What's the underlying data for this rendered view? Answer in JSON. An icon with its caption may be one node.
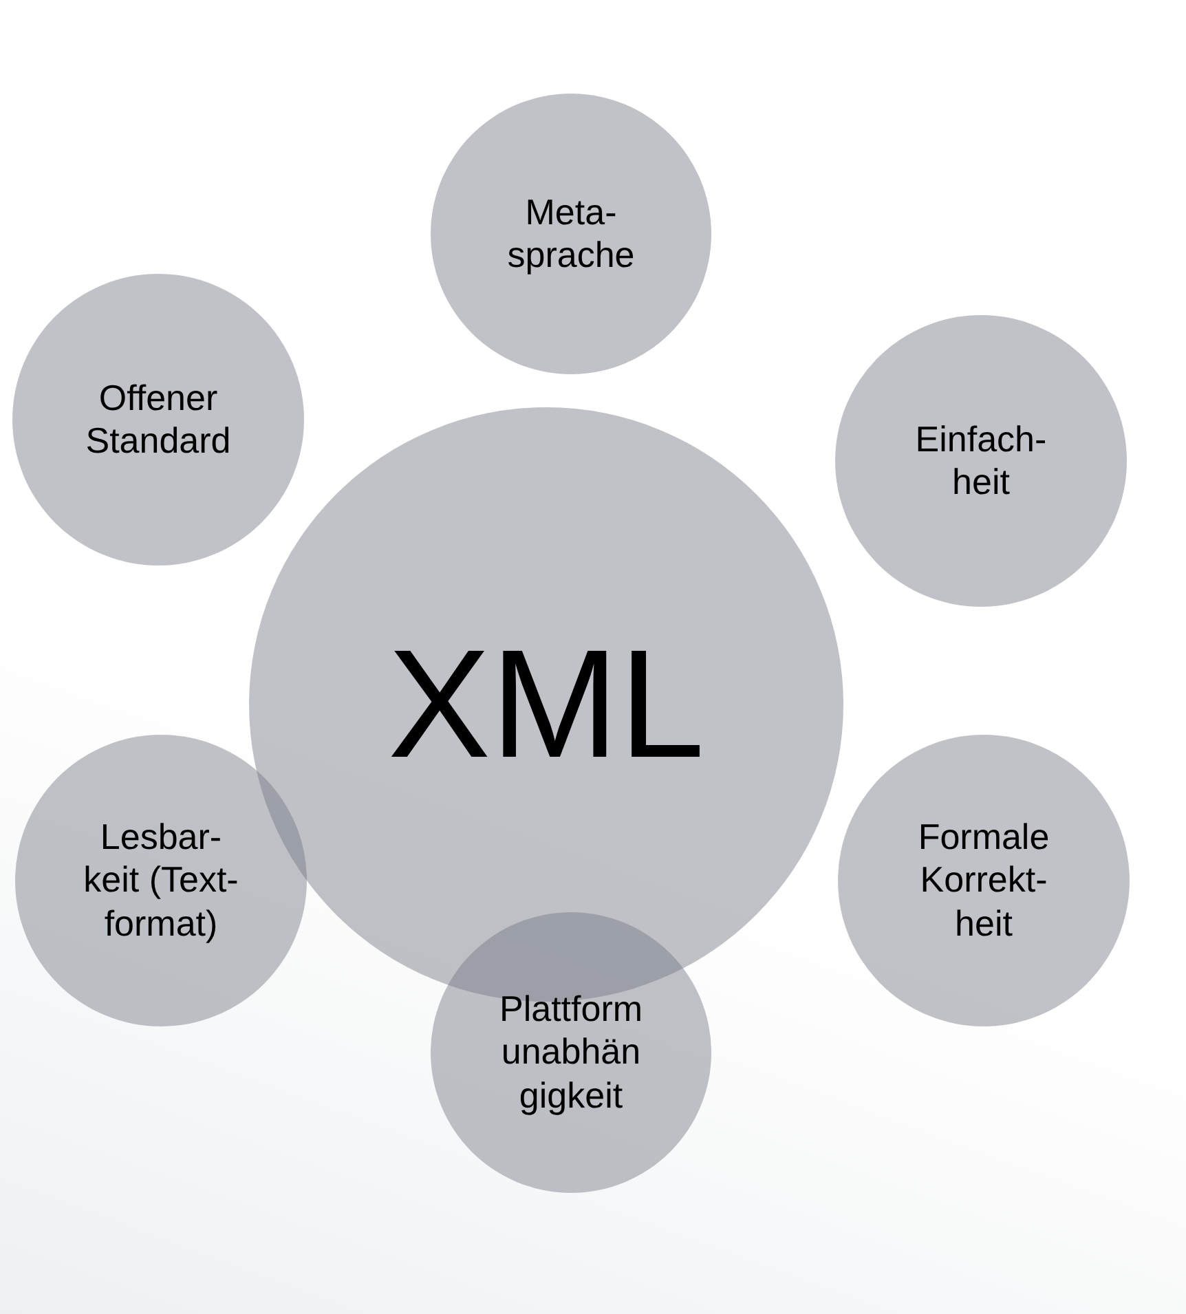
{
  "diagram": {
    "nodes": [
      {
        "text": [
          "XML"
        ]
      },
      {
        "text": [
          "Meta- sprache"
        ]
      },
      {
        "text": [
          "Einfach- heit"
        ]
      },
      {
        "text": [
          "Formale Korrekt- heit"
        ]
      },
      {
        "text": [
          "Plattform unabhän gigkeit"
        ]
      },
      {
        "text": [
          "Lesbar- keit (Text- format)"
        ]
      },
      {
        "text": [
          "Offener Standard"
        ]
      }
    ],
    "edges": []
  }
}
